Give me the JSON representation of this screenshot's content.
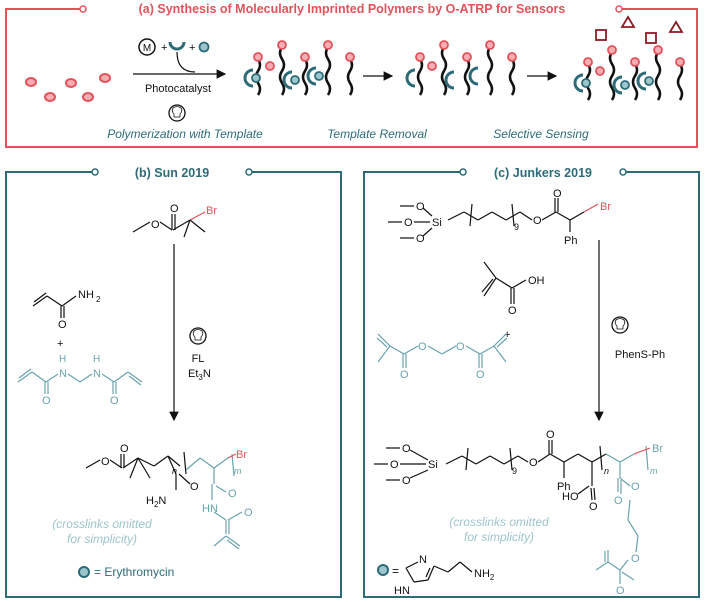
{
  "colors": {
    "red": "#e3525a",
    "teal": "#2e6b78",
    "teal_light": "#6aa3ad",
    "pink_fill": "#f6aeb3",
    "dark_red": "#8b1c22",
    "black": "#111111"
  },
  "panel_a": {
    "title": "(a) Synthesis of Molecularly Imprinted Polymers by O-ATRP for Sensors",
    "monomer_symbol": "M",
    "plus1": "+",
    "plus2": "+",
    "arrow_label": "Photocatalyst",
    "step1": "Polymerization with Template",
    "step2": "Template Removal",
    "step3": "Selective Sensing",
    "icons": [
      "circle-m-icon",
      "cup-template-icon",
      "teal-bead-icon",
      "light-bulb-icon",
      "square-analyte-icon",
      "triangle-analyte-icon"
    ]
  },
  "panel_b": {
    "title": "(b) Sun 2019",
    "initiator_br": "Br",
    "initiator_o_carbonyl": "O",
    "initiator_o_ester": "O",
    "acrylamide_nh2": "NH",
    "acrylamide_sub2": "2",
    "acrylamide_o": "O",
    "plus": "+",
    "crosslinker_h1": "H",
    "crosslinker_n1": "N",
    "crosslinker_h2": "H",
    "crosslinker_n2": "N",
    "crosslinker_o1": "O",
    "crosslinker_o2": "O",
    "cond1": "FL",
    "cond2_main": "Et",
    "cond2_sub": "3",
    "cond2_end": "N",
    "product_o1": "O",
    "product_o2": "O",
    "product_n": "n",
    "product_m": "m",
    "product_br": "Br",
    "product_h2n_main": "H",
    "product_h2n_sub": "2",
    "product_h2n_end": "N",
    "product_o3": "O",
    "product_o4": "O",
    "product_hn": "HN",
    "product_o5": "O",
    "note_line1": "(crosslinks omitted",
    "note_line2": "for simplicity)",
    "legend": "= Erythromycin"
  },
  "panel_c": {
    "title": "(c) Junkers 2019",
    "silane_o1": "O",
    "silane_o2": "O",
    "silane_o3": "O",
    "silane_si": "Si",
    "chain_sub": "9",
    "initiator_o": "O",
    "initiator_o2": "O",
    "initiator_br": "Br",
    "initiator_ph": "Ph",
    "maa_oh": "OH",
    "maa_o": "O",
    "plus": "+",
    "egdma_o1": "O",
    "egdma_o2": "O",
    "egdma_o3": "O",
    "egdma_o4": "O",
    "cond": "PhenS-Ph",
    "product_si": "Si",
    "product_o1": "O",
    "product_o2": "O",
    "product_o3": "O",
    "product_sub9": "9",
    "product_o4": "O",
    "product_o5": "O",
    "product_ph": "Ph",
    "product_n": "n",
    "product_m": "m",
    "product_br": "Br",
    "product_ho": "HO",
    "product_o6": "O",
    "product_o7": "O",
    "product_o8": "O",
    "product_o9": "O",
    "product_o10": "O",
    "note_line1": "(crosslinks omitted",
    "note_line2": "for simplicity)",
    "legend_eq": "=",
    "legend_n": "N",
    "legend_hn": "HN",
    "legend_nh2_main": "NH",
    "legend_nh2_sub": "2"
  }
}
